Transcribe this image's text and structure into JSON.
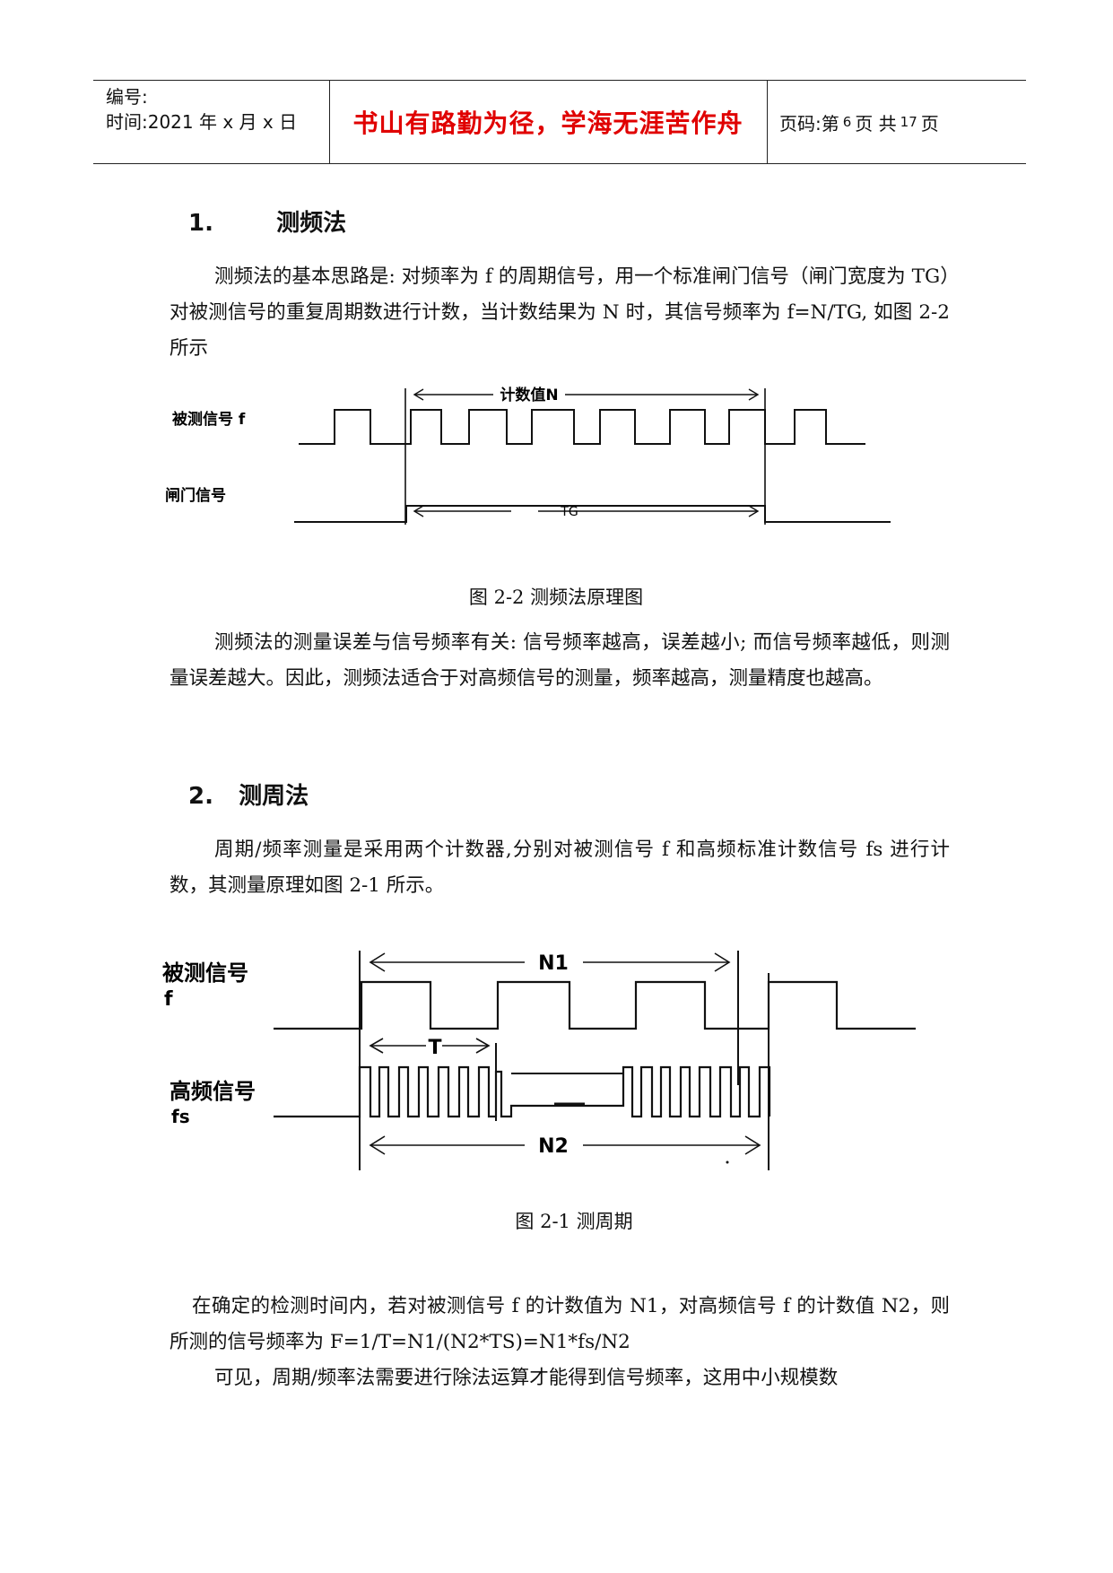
{
  "header": {
    "number_label": "编号:",
    "time_label": "时间:2021 年 x 月 x 日",
    "motto": "书山有路勤为径，学海无涯苦作舟",
    "page_prefix": "页码:第",
    "page_current": "6",
    "page_mid": "页 共",
    "page_total": "17",
    "page_suffix": "页"
  },
  "section1": {
    "number": "1.",
    "title": "测频法",
    "para1": "测频法的基本思路是: 对频率为 f 的周期信号，用一个标准闸门信号（闸门宽度为 TG）对被测信号的重复周期数进行计数，当计数结果为 N 时，其信号频率为 f=N/TG, 如图 2-2 所示",
    "figure": {
      "label_signal": "被测信号 f",
      "label_gate": "闸门信号",
      "label_count": "计数值N",
      "label_tg": "TG"
    },
    "caption": "图 2-2 测频法原理图",
    "para2": "测频法的测量误差与信号频率有关: 信号频率越高，误差越小; 而信号频率越低，则测量误差越大。因此，测频法适合于对高频信号的测量，频率越高，测量精度也越高。"
  },
  "section2": {
    "number": "2.",
    "title": "测周法",
    "para1": "周期/频率测量是采用两个计数器,分别对被测信号 f 和高频标准计数信号 fs 进行计数，其测量原理如图 2-1 所示。",
    "figure": {
      "label_signal_line1": "被测信号",
      "label_signal_line2": "f",
      "label_hf_line1": "高频信号",
      "label_hf_line2": "fs",
      "label_n1": "N1",
      "label_t": "T",
      "label_n2": "N2"
    },
    "caption": "图 2-1 测周期",
    "para2": "在确定的检测时间内，若对被测信号  f 的计数值为 N1，对高频信号  f 的计数值 N2，则所测的信号频率为 F=1/T=N1/(N2*TS)=N1*fs/N2",
    "para3": "可见，周期/频率法需要进行除法运算才能得到信号频率，这用中小规模数"
  }
}
